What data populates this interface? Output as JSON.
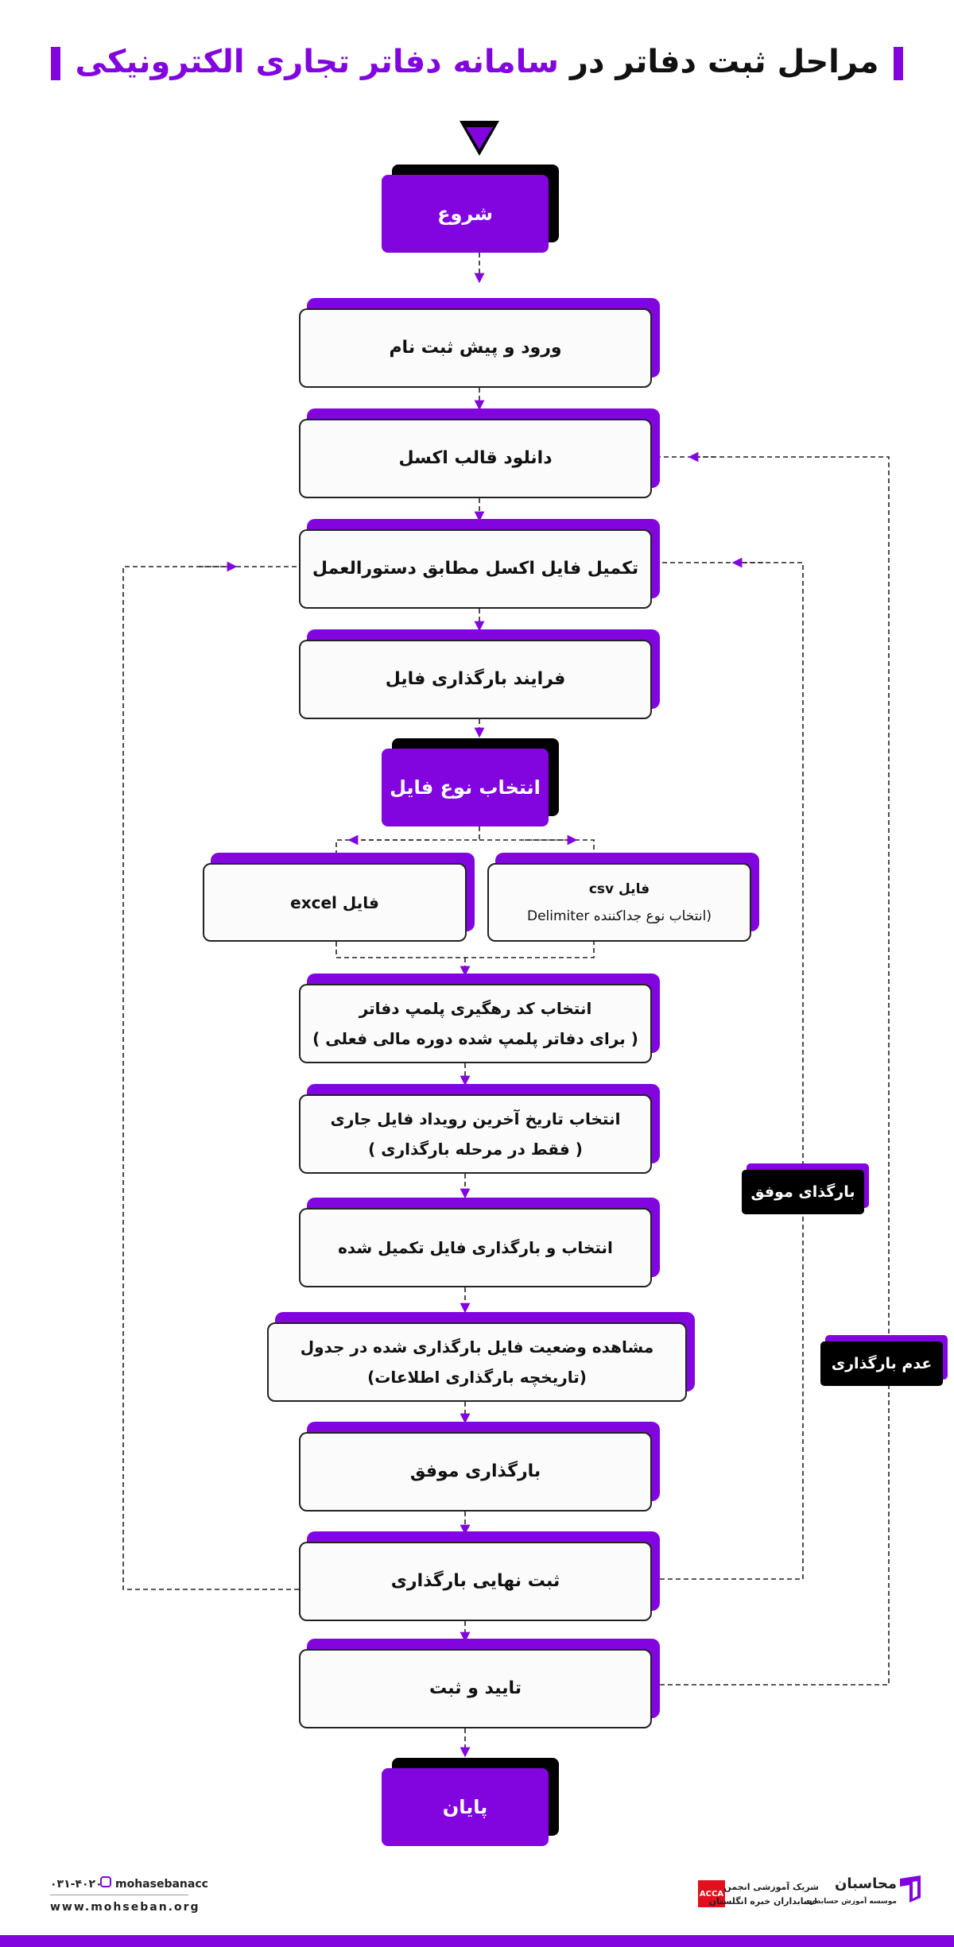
{
  "title": {
    "part1": "مراحل ثبت دفاتر در",
    "highlight": "سامانه دفاتر تجاری الکترونیکی"
  },
  "nodes": {
    "start": "شروع",
    "login": "ورود و پیش ثبت نام",
    "download": "دانلود قالب اکسل",
    "fill": "تکمیل فایل اکسل مطابق دستورالعمل",
    "upload_process": "فرایند بارگذاری فایل",
    "choose_type": "انتخاب نوع فایل",
    "csv_line1": "فایل csv",
    "csv_line2": "(انتخاب نوع جداکننده Delimiter",
    "excel": "فایل excel",
    "tracking_line1": "انتخاب کد رهگیری پلمپ دفاتر",
    "tracking_line2": "( برای دفاتر پلمپ شده دوره مالی فعلی )",
    "date_line1": "انتخاب تاریخ آخرین رویداد فایل جاری",
    "date_line2": "( فقط در مرحله بارگذاری )",
    "select_upload": "انتخاب و بارگذاری فایل تکمیل شده",
    "status_line1": "مشاهده وضعیت فایل بارگذاری شده در جدول",
    "status_line2": "(تاریخچه بارگذاری اطلاعات)",
    "success": "بارگذاری موفق",
    "final": "ثبت نهایی بارگذاری",
    "confirm": "تایید و ثبت",
    "end": "پایان"
  },
  "labels": {
    "success_upload": "بارگذای موفق",
    "failed_upload": "عدم بارگذاری"
  },
  "footer": {
    "phone": "۰۳۱-۴۰۲۰",
    "instagram": "mohasebanacc",
    "website": "www.mohseban.org",
    "acca_badge": "ACCA",
    "acca_line1": "شریک آموزشی انجمن",
    "acca_line2": "حسابداران خبره انگلستان",
    "brand_name": "محاسبان",
    "brand_sub": "موسسه آموزش حسابداری"
  },
  "colors": {
    "accent": "#8205e0",
    "dark": "#000000",
    "box_bg": "#fbfbfb"
  }
}
